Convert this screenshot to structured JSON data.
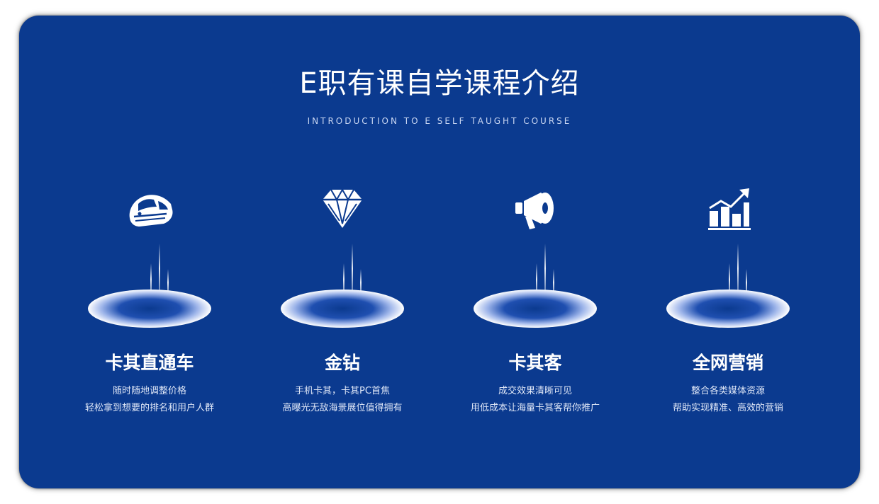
{
  "title": "E职有课自学课程介绍",
  "subtitle": "INTRODUCTION TO E SELF TAUGHT COURSE",
  "items": [
    {
      "icon": "train-icon",
      "title": "卡其直通车",
      "line1": "随时随地调整价格",
      "line2": "轻松拿到想要的排名和用户人群"
    },
    {
      "icon": "diamond-icon",
      "title": "金钻",
      "line1": "手机卡其，卡其PC首焦",
      "line2": "高曝光无敌海景展位值得拥有"
    },
    {
      "icon": "megaphone-icon",
      "title": "卡其客",
      "line1": "成交效果清晰可见",
      "line2": "用低成本让海量卡其客帮你推广"
    },
    {
      "icon": "bar-chart-growth-icon",
      "title": "全网营销",
      "line1": "整合各类媒体资源",
      "line2": "帮助实现精准、高效的营销"
    }
  ],
  "colors": {
    "background": "#0b3a8f",
    "text": "#ffffff"
  }
}
